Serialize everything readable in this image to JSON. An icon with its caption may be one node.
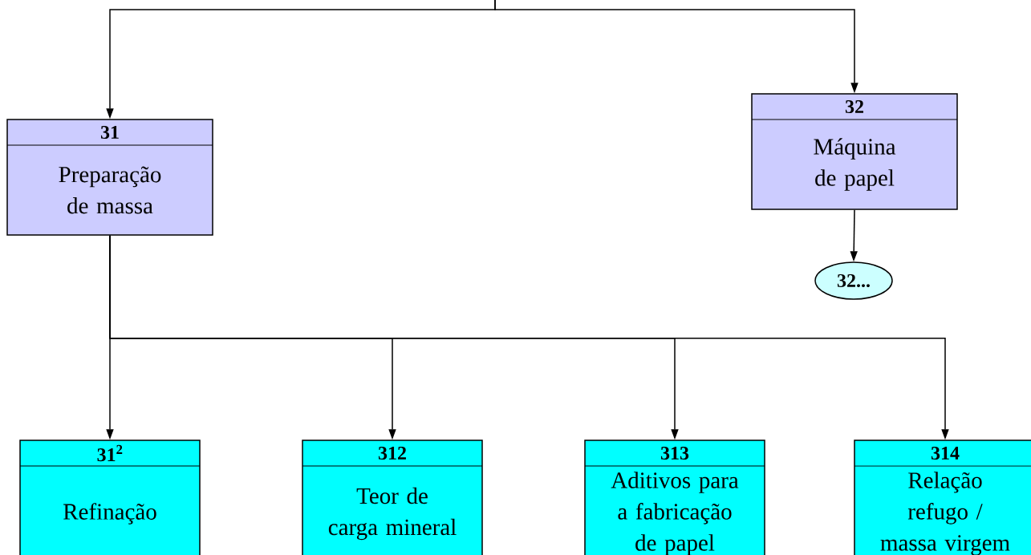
{
  "diagram": {
    "nodes": [
      {
        "text": [
          "31",
          "Preparação de massa"
        ]
      },
      {
        "text": [
          "32",
          "Máquina de papel"
        ]
      },
      {
        "text": [
          "32..."
        ]
      },
      {
        "text": [
          "31$^{2}$",
          "Refinação"
        ]
      },
      {
        "text": [
          "312",
          "Teor de carga mineral"
        ]
      },
      {
        "text": [
          "313",
          "Aditivos para a fabricação de papel"
        ]
      },
      {
        "text": [
          "314",
          "Relação refugo / massa virgem"
        ]
      }
    ],
    "edges": [
      {
        "from": null,
        "to": 0,
        "arrow": "to"
      },
      {
        "from": null,
        "to": 1,
        "arrow": "to"
      },
      {
        "from": 1,
        "to": 2,
        "arrow": "to"
      },
      {
        "from": 0,
        "to": 3,
        "arrow": "to"
      },
      {
        "from": 0,
        "to": 4,
        "arrow": "to"
      },
      {
        "from": 0,
        "to": 5,
        "arrow": "to"
      },
      {
        "from": 0,
        "to": 6,
        "arrow": "to"
      }
    ]
  }
}
